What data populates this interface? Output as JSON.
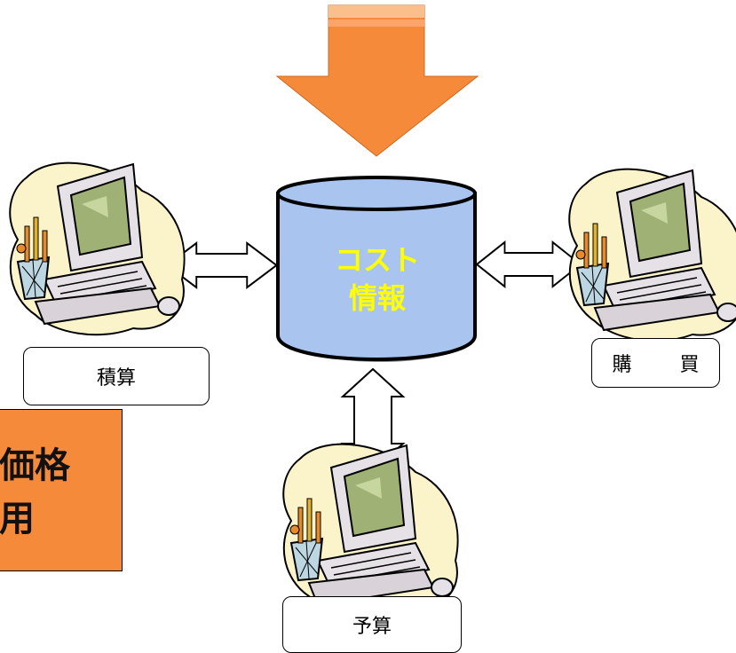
{
  "database": {
    "line1": "コスト",
    "line2": "情報"
  },
  "labels": {
    "estimate": "積算",
    "purchase": "購　買",
    "budget": "予算"
  },
  "price_box": {
    "line1": "価格",
    "line2": "用"
  },
  "colors": {
    "cylinder_fill": "#a9c5ef",
    "cylinder_text": "#ffff00",
    "inflow_arrow": "#f58a3a",
    "price_box": "#f58a3a"
  },
  "icons": {
    "computer": "computer-workstation-icon",
    "inflow": "down-arrow-icon",
    "link": "double-arrow-icon"
  }
}
